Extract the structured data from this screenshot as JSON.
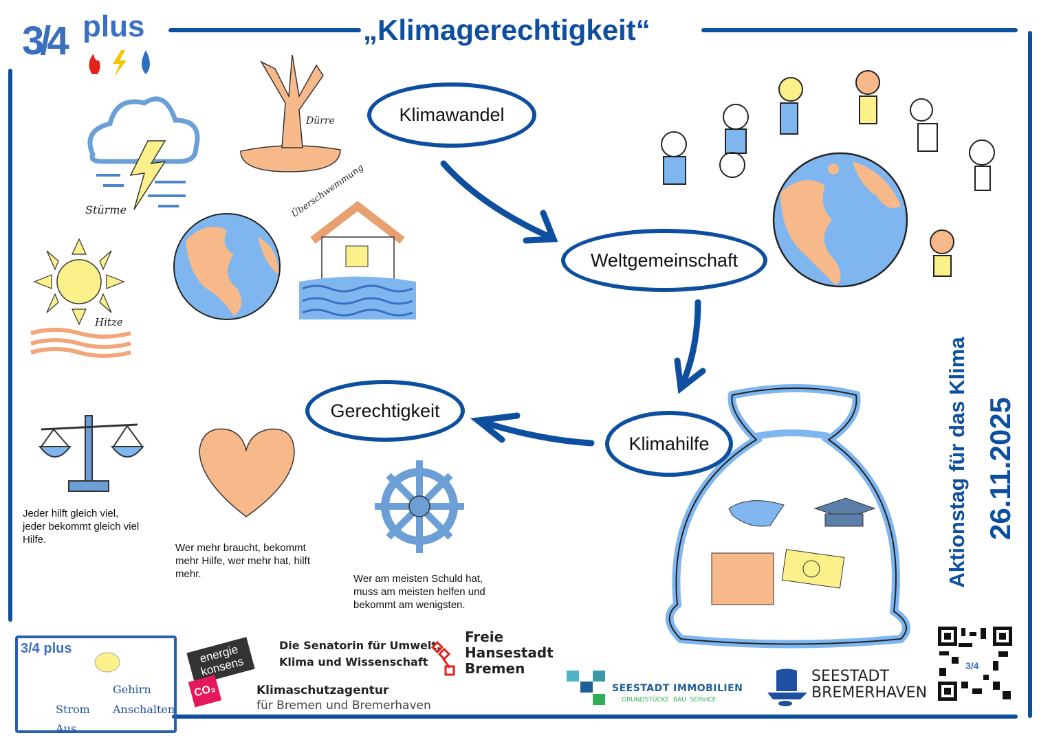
{
  "logo": {
    "fraction": "3/4",
    "plus": "plus"
  },
  "title": "„Klimagerechtigkeit“",
  "nodes": {
    "klimawandel": "Klimawandel",
    "weltgemeinschaft": "Weltgemeinschaft",
    "gerechtigkeit": "Gerechtigkeit",
    "klimahilfe": "Klimahilfe"
  },
  "illustrations": {
    "stuerme": "Stürme",
    "duerre": "Dürre",
    "hitze": "Hitze",
    "ueberschwemmung": "Überschwemmung"
  },
  "captions": {
    "equality": "Jeder hilft gleich viel, jeder bekommt gleich viel Hilfe.",
    "need": "Wer mehr braucht, bekommt mehr Hilfe, wer mehr hat, hilft mehr.",
    "guilt": "Wer am meisten Schuld hat, muss am meisten helfen und bekommt am wenigsten."
  },
  "side": {
    "event": "Aktionstag für das Klima",
    "date": "26.11.2025"
  },
  "footer": {
    "campaign": {
      "logo": "3/4 plus",
      "gehirn": "Gehirn",
      "anschalten": "Anschalten",
      "strom": "Strom",
      "aus": "Aus"
    },
    "energiekonsens": {
      "line1": "energie",
      "line2": "konsens",
      "co2": "CO₂"
    },
    "senatorin": {
      "line1": "Die Senatorin für Umwelt,",
      "line2": "Klima und Wissenschaft"
    },
    "bremen": {
      "line1": "Freie",
      "line2": "Hansestadt",
      "line3": "Bremen"
    },
    "klimaschutz": {
      "line1": "Klimaschutzagentur",
      "line2": "für Bremen und Bremerhaven"
    },
    "seestadt_immobilien": {
      "line1": "SEESTADT IMMOBILIEN",
      "line2": "GRUNDSTÜCKE  BAU  SERVICE"
    },
    "bremerhaven": {
      "line1": "SEESTADT",
      "line2": "BREMERHAVEN"
    }
  },
  "colors": {
    "blue": "#0d4f9e",
    "lightblue": "#7fb6f0",
    "orange": "#f7b98a",
    "yellow": "#fbf08a",
    "red": "#e2231a"
  }
}
